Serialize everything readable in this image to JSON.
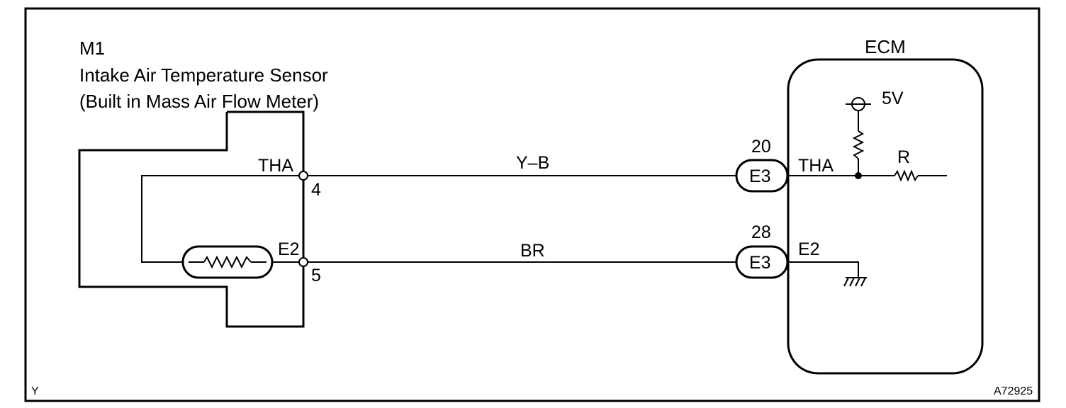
{
  "sensor": {
    "code": "M1",
    "name": "Intake Air Temperature Sensor",
    "note": "(Built in Mass Air Flow Meter)",
    "pin_tha_label": "THA",
    "pin_tha_number": "4",
    "pin_e2_label": "E2",
    "pin_e2_number": "5"
  },
  "wires": {
    "tha_color": "Y–B",
    "e2_color": "BR"
  },
  "ecm": {
    "title": "ECM",
    "connector_tha_pin": "20",
    "connector_tha_code": "E3",
    "connector_e2_pin": "28",
    "connector_e2_code": "E3",
    "tha_label": "THA",
    "e2_label": "E2",
    "supply_label": "5V",
    "resistor_label": "R"
  },
  "footer": {
    "left_mark": "Y",
    "figure_id": "A72925"
  }
}
